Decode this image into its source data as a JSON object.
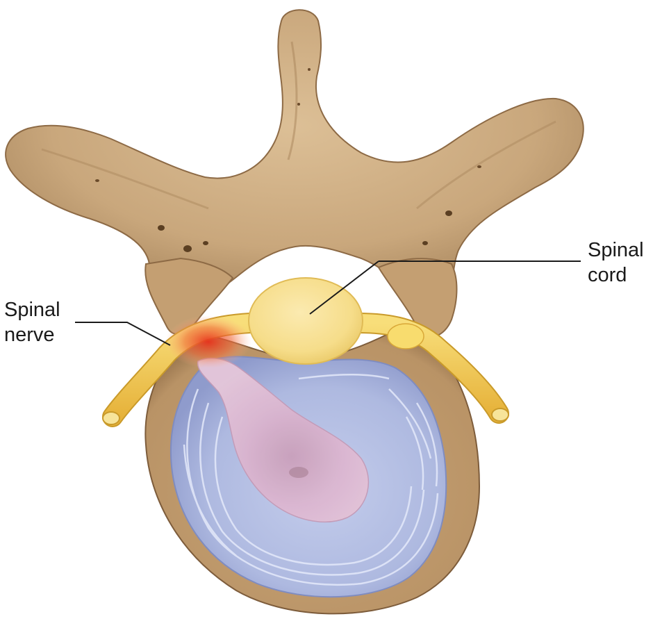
{
  "labels": {
    "spinal_cord": {
      "line1": "Spinal",
      "line2": "cord"
    },
    "spinal_nerve": {
      "line1": "Spinal",
      "line2": "nerve"
    }
  },
  "colors": {
    "bone": "#c9a77c",
    "bone_dark": "#8d6a45",
    "bone_light": "#e3c9a3",
    "disc_annulus": "#aeb9e0",
    "disc_nucleus": "#dcb6d0",
    "spinal_cord": "#f6dd8a",
    "nerve": "#f2c64a",
    "inflammation": "#e84a2a",
    "leader_line": "#1a1a1a"
  }
}
